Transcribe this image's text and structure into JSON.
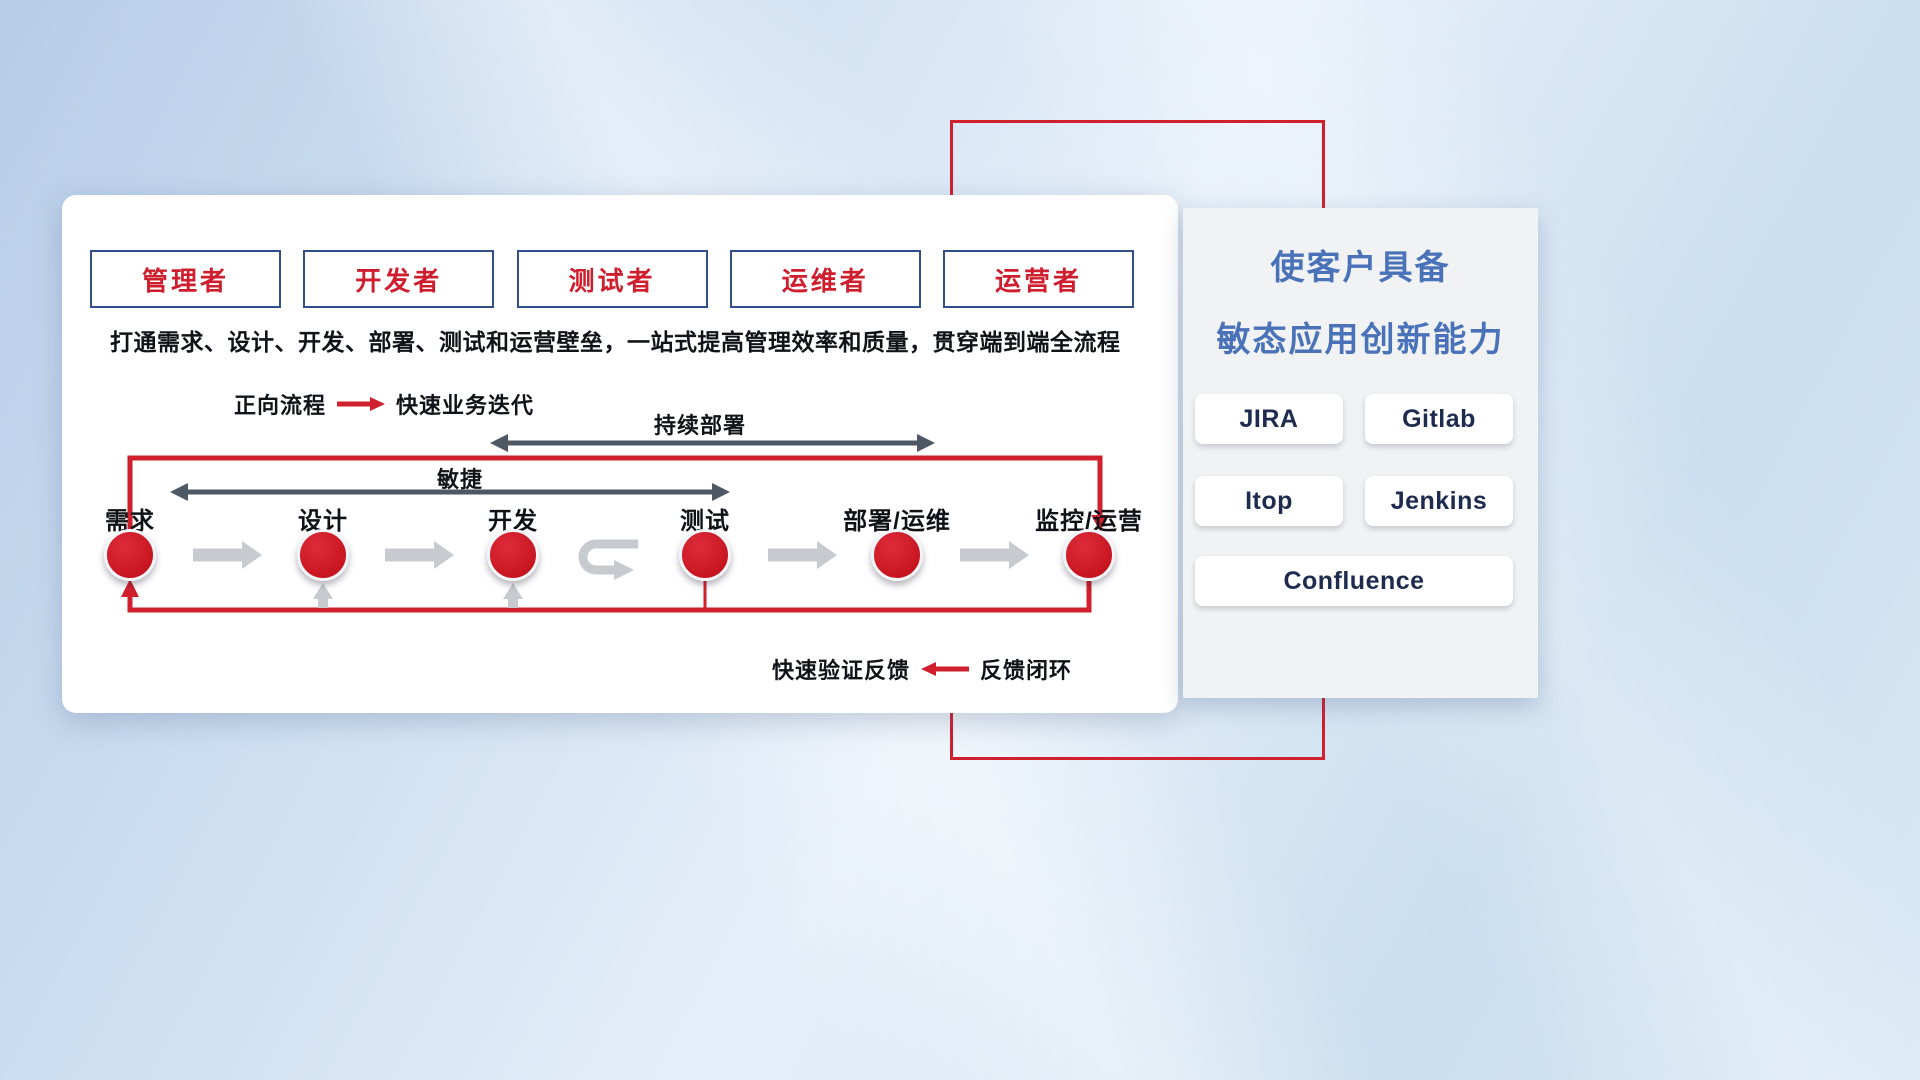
{
  "roles": [
    {
      "label": "管理者"
    },
    {
      "label": "开发者"
    },
    {
      "label": "测试者"
    },
    {
      "label": "运维者"
    },
    {
      "label": "运营者"
    }
  ],
  "description": "打通需求、设计、开发、部署、测试和运营壁垒，一站式提高管理效率和质量，贯穿端到端全流程",
  "legend_forward": {
    "label": "正向流程",
    "value": "快速业务迭代"
  },
  "arrows": {
    "continuous_deploy": "持续部署",
    "agile": "敏捷"
  },
  "steps": [
    {
      "label": "需求"
    },
    {
      "label": "设计"
    },
    {
      "label": "开发"
    },
    {
      "label": "测试"
    },
    {
      "label": "部署/运维"
    },
    {
      "label": "监控/运营"
    }
  ],
  "legend_feedback": {
    "label": "快速验证反馈",
    "value": "反馈闭环"
  },
  "panel": {
    "title_line1": "使客户具备",
    "title_line2": "敏态应用创新能力",
    "tools": [
      "JIRA",
      "Gitlab",
      "Itop",
      "Jenkins",
      "Confluence"
    ]
  },
  "colors": {
    "red": "#d0202e",
    "dark_arrow": "#4d5864",
    "light_arrow": "#c7cbcf",
    "title_blue": "#4a72b8",
    "tool_text": "#1d2b4f"
  }
}
